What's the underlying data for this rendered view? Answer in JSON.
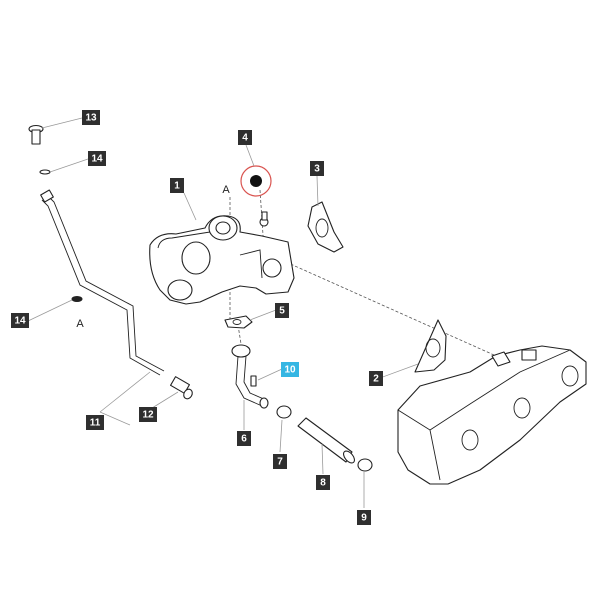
{
  "diagram": {
    "callouts": [
      {
        "id": "1",
        "label": "1"
      },
      {
        "id": "2",
        "label": "2"
      },
      {
        "id": "3",
        "label": "3"
      },
      {
        "id": "4",
        "label": "4"
      },
      {
        "id": "5",
        "label": "5"
      },
      {
        "id": "6",
        "label": "6"
      },
      {
        "id": "7",
        "label": "7"
      },
      {
        "id": "8",
        "label": "8"
      },
      {
        "id": "9",
        "label": "9"
      },
      {
        "id": "10",
        "label": "10",
        "highlighted": true
      },
      {
        "id": "11",
        "label": "11"
      },
      {
        "id": "12",
        "label": "12"
      },
      {
        "id": "13",
        "label": "13"
      },
      {
        "id": "14a",
        "label": "14"
      },
      {
        "id": "14b",
        "label": "14"
      }
    ],
    "reference_marks": {
      "a_top": "A",
      "a_bottom": "A"
    },
    "colors": {
      "callout_bg": "#2f2f2f",
      "callout_highlight": "#35b6e3",
      "highlight_ring": "#d9534f",
      "line": "#222222"
    }
  }
}
